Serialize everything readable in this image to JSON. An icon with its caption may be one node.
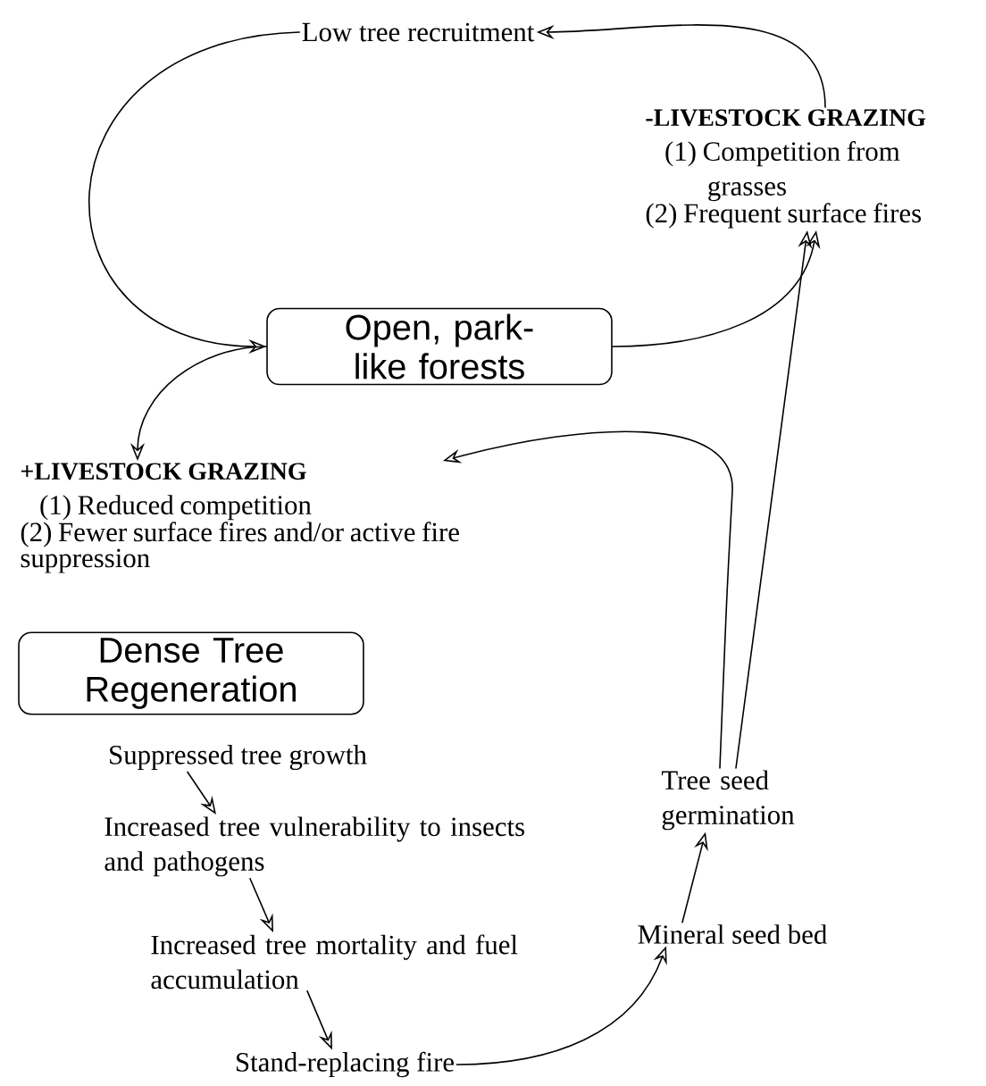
{
  "diagram": {
    "nodes": [
      {
        "text": [
          "Low tree recruitment"
        ]
      },
      {
        "text": [
          "-LIVESTOCK GRAZING",
          "(1) Competition from grasses",
          "(2) Frequent surface fires"
        ]
      },
      {
        "text": [
          "Open, park-like forests"
        ]
      },
      {
        "text": [
          "+LIVESTOCK GRAZING",
          "(1) Reduced competition",
          "(2) Fewer surface fires and/or active fire suppression"
        ]
      },
      {
        "text": [
          "Dense Tree Regeneration"
        ]
      },
      {
        "text": [
          "Suppressed tree growth"
        ]
      },
      {
        "text": [
          "Increased tree vulnerability to insects and pathogens"
        ]
      },
      {
        "text": [
          "Increased tree mortality and fuel accumulation"
        ]
      },
      {
        "text": [
          "Stand-replacing fire"
        ]
      },
      {
        "text": [
          "Mineral seed bed"
        ]
      },
      {
        "text": [
          "Tree seed germination"
        ]
      }
    ],
    "edges": [
      {
        "from": 1,
        "to": 0,
        "arrow": "to"
      },
      {
        "from": 0,
        "to": 2,
        "arrow": "to"
      },
      {
        "from": 2,
        "to": 1,
        "arrow": "to"
      },
      {
        "from": 2,
        "to": 3,
        "arrow": "to"
      },
      {
        "from": 10,
        "to": 1,
        "arrow": "to"
      },
      {
        "from": 10,
        "to": 3,
        "arrow": "to"
      },
      {
        "from": 5,
        "to": 6,
        "arrow": "to"
      },
      {
        "from": 6,
        "to": 7,
        "arrow": "to"
      },
      {
        "from": 7,
        "to": 8,
        "arrow": "to"
      },
      {
        "from": 8,
        "to": 9,
        "arrow": "to"
      },
      {
        "from": 9,
        "to": 10,
        "arrow": "to"
      }
    ]
  }
}
